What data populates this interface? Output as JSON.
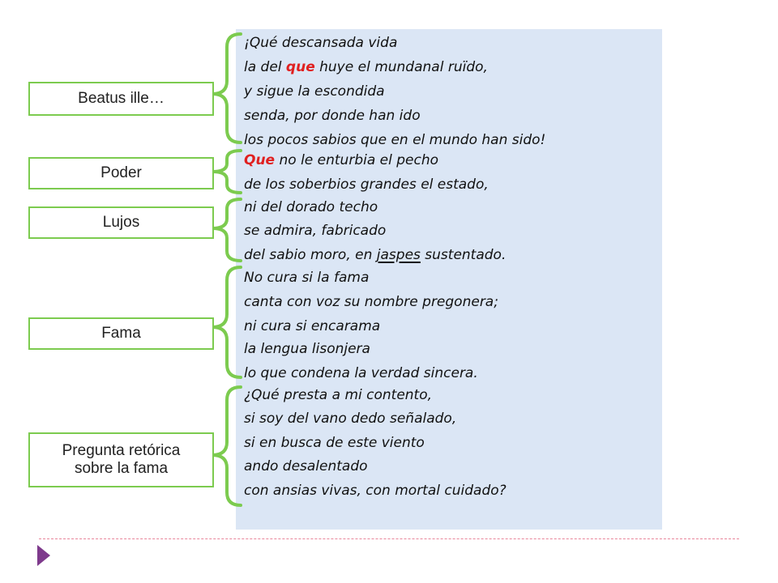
{
  "colors": {
    "panel_bg": "#dbe6f5",
    "bracket_green": "#7ccb4f",
    "highlight_red": "#e02020",
    "divider_pink": "#e8859a",
    "arrow_purple": "#7e3a8c"
  },
  "labels": {
    "beatus": "Beatus ille…",
    "poder": "Poder",
    "lujos": "Lujos",
    "fama": "Fama",
    "pregunta_line1": "Pregunta retórica",
    "pregunta_line2": "sobre la fama"
  },
  "verses": {
    "v1": "¡Qué descansada vida",
    "v2_pre": "la del ",
    "v2_hl": "que",
    "v2_post": " huye el mundanal ruïdo,",
    "v3": "y sigue la escondida",
    "v4": "senda, por donde han ido",
    "v5": "los pocos sabios que en el mundo han sido!",
    "v6_hl": "Que",
    "v6_post": " no le enturbia el pecho",
    "v7": "de los soberbios grandes el estado,",
    "v8": "ni del dorado techo",
    "v9": "se admira, fabricado",
    "v10_pre": "del sabio moro, en ",
    "v10_ul": "jaspes",
    "v10_post": " sustentado.",
    "v11": "No cura si la fama",
    "v12": "canta con voz su nombre pregonera;",
    "v13": "ni cura si encarama",
    "v14": "la lengua lisonjera",
    "v15": "lo que condena la verdad sincera.",
    "v16": "¿Qué presta a mi contento,",
    "v17": "si soy del vano dedo señalado,",
    "v18": "si en busca de este viento",
    "v19": "ando desalentado",
    "v20": "con ansias vivas, con mortal cuidado?"
  }
}
